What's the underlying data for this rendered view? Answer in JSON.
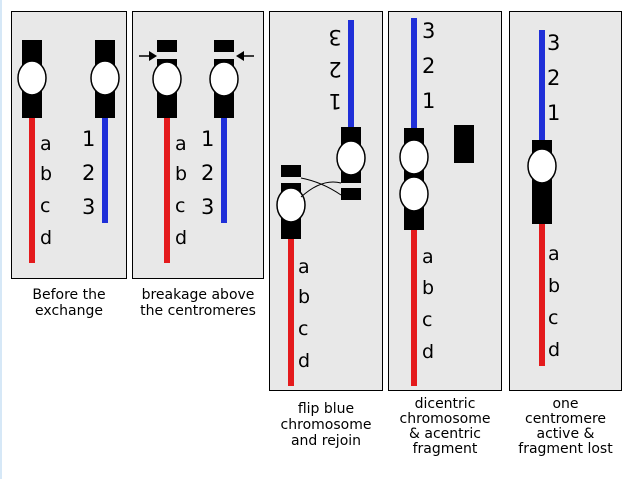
{
  "colors": {
    "red_chromosome": "#e41a1c",
    "blue_chromosome": "#1f2fd8",
    "chromatin": "#000000",
    "panel_bg": "#e8e8e8",
    "slide_bg": "#e6f1fb"
  },
  "panels": [
    {
      "id": "before",
      "caption": "Before the\nexchange",
      "red_labels": [
        "a",
        "b",
        "c",
        "d"
      ],
      "blue_labels": [
        "1",
        "2",
        "3"
      ]
    },
    {
      "id": "breakage",
      "caption": "breakage above\nthe centromeres",
      "red_labels": [
        "a",
        "b",
        "c",
        "d"
      ],
      "blue_labels": [
        "1",
        "2",
        "3"
      ]
    },
    {
      "id": "flip",
      "caption": "flip blue\nchromosome\nand rejoin",
      "red_labels": [
        "a",
        "b",
        "c",
        "d"
      ],
      "blue_labels": [
        "3",
        "2",
        "1"
      ]
    },
    {
      "id": "dicentric",
      "caption": "dicentric\nchromosome\n& acentric\nfragment",
      "red_labels": [
        "a",
        "b",
        "c",
        "d"
      ],
      "blue_labels": [
        "3",
        "2",
        "1"
      ]
    },
    {
      "id": "lost",
      "caption": "one\ncentromere\nactive &\nfragment lost",
      "red_labels": [
        "a",
        "b",
        "c",
        "d"
      ],
      "blue_labels": [
        "3",
        "2",
        "1"
      ]
    }
  ]
}
